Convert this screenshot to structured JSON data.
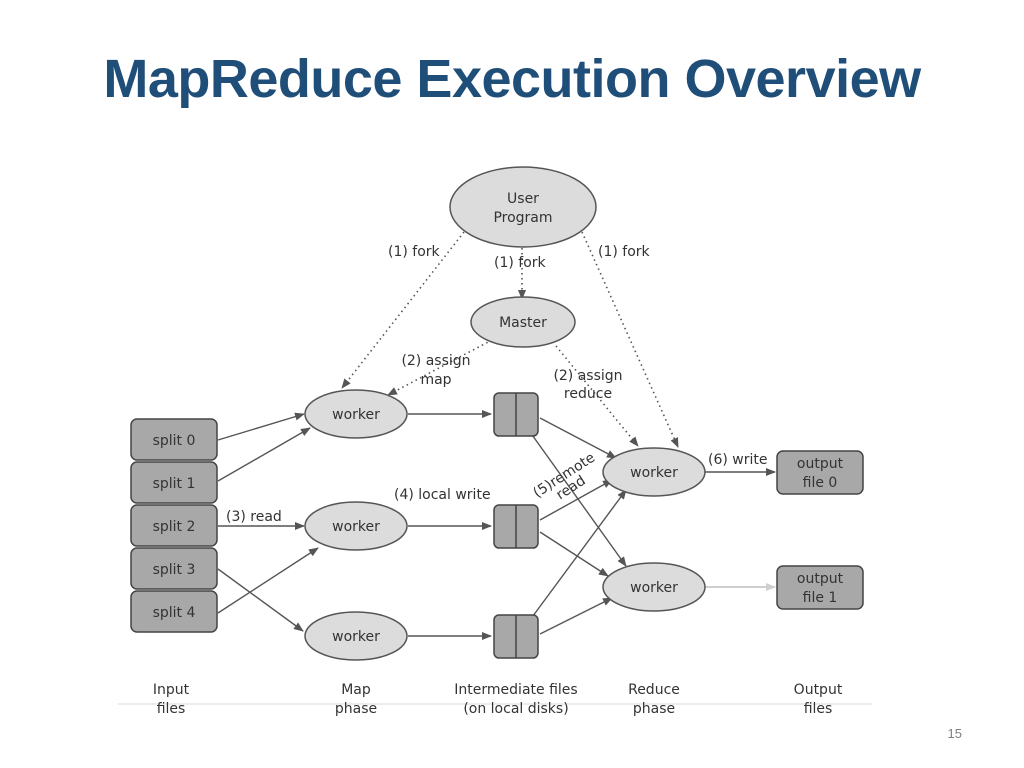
{
  "slide": {
    "title": "MapReduce Execution Overview",
    "page_number": "15"
  },
  "diagram": {
    "user_program": [
      "User",
      "Program"
    ],
    "master": "Master",
    "worker_label": "worker",
    "splits": [
      "split 0",
      "split 1",
      "split 2",
      "split 3",
      "split 4"
    ],
    "outputs": [
      [
        "output",
        "file 0"
      ],
      [
        "output",
        "file 1"
      ]
    ],
    "edge_labels": {
      "fork_left": "(1) fork",
      "fork_mid": "(1)  fork",
      "fork_right": "(1) fork",
      "assign_map": [
        "(2) assign",
        "map"
      ],
      "assign_reduce": [
        "(2) assign",
        "reduce"
      ],
      "read": "(3) read",
      "local_write": "(4) local write",
      "remote_read": [
        "(5)remote",
        "read"
      ],
      "write": "(6) write"
    },
    "phases": [
      [
        "Input",
        "files"
      ],
      [
        "Map",
        "phase"
      ],
      [
        "Intermediate files",
        "(on local disks)"
      ],
      [
        "Reduce",
        "phase"
      ],
      [
        "Output",
        "files"
      ]
    ]
  }
}
